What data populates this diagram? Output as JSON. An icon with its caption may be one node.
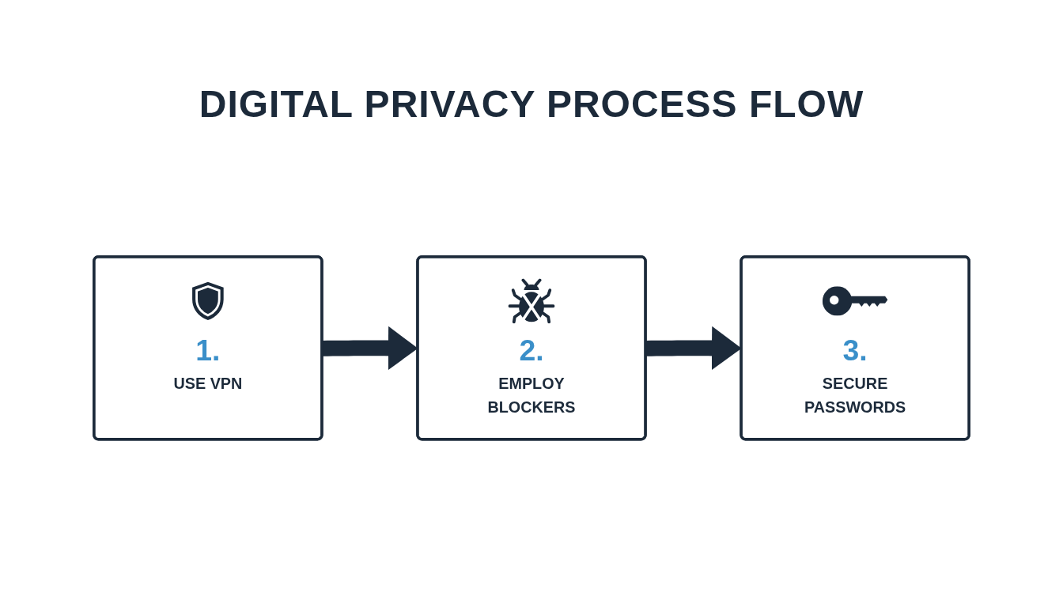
{
  "diagram": {
    "title": "DIGITAL PRIVACY PROCESS FLOW",
    "nodes": [
      {
        "text": [
          "1.",
          "USE VPN"
        ]
      },
      {
        "text": [
          "2.",
          "EMPLOY BLOCKERS"
        ]
      },
      {
        "text": [
          "3.",
          "SECURE PASSWORDS"
        ]
      }
    ],
    "edges": [
      {
        "from": 0,
        "to": 1,
        "arrow": "to"
      },
      {
        "from": 1,
        "to": 2,
        "arrow": "to"
      }
    ]
  }
}
